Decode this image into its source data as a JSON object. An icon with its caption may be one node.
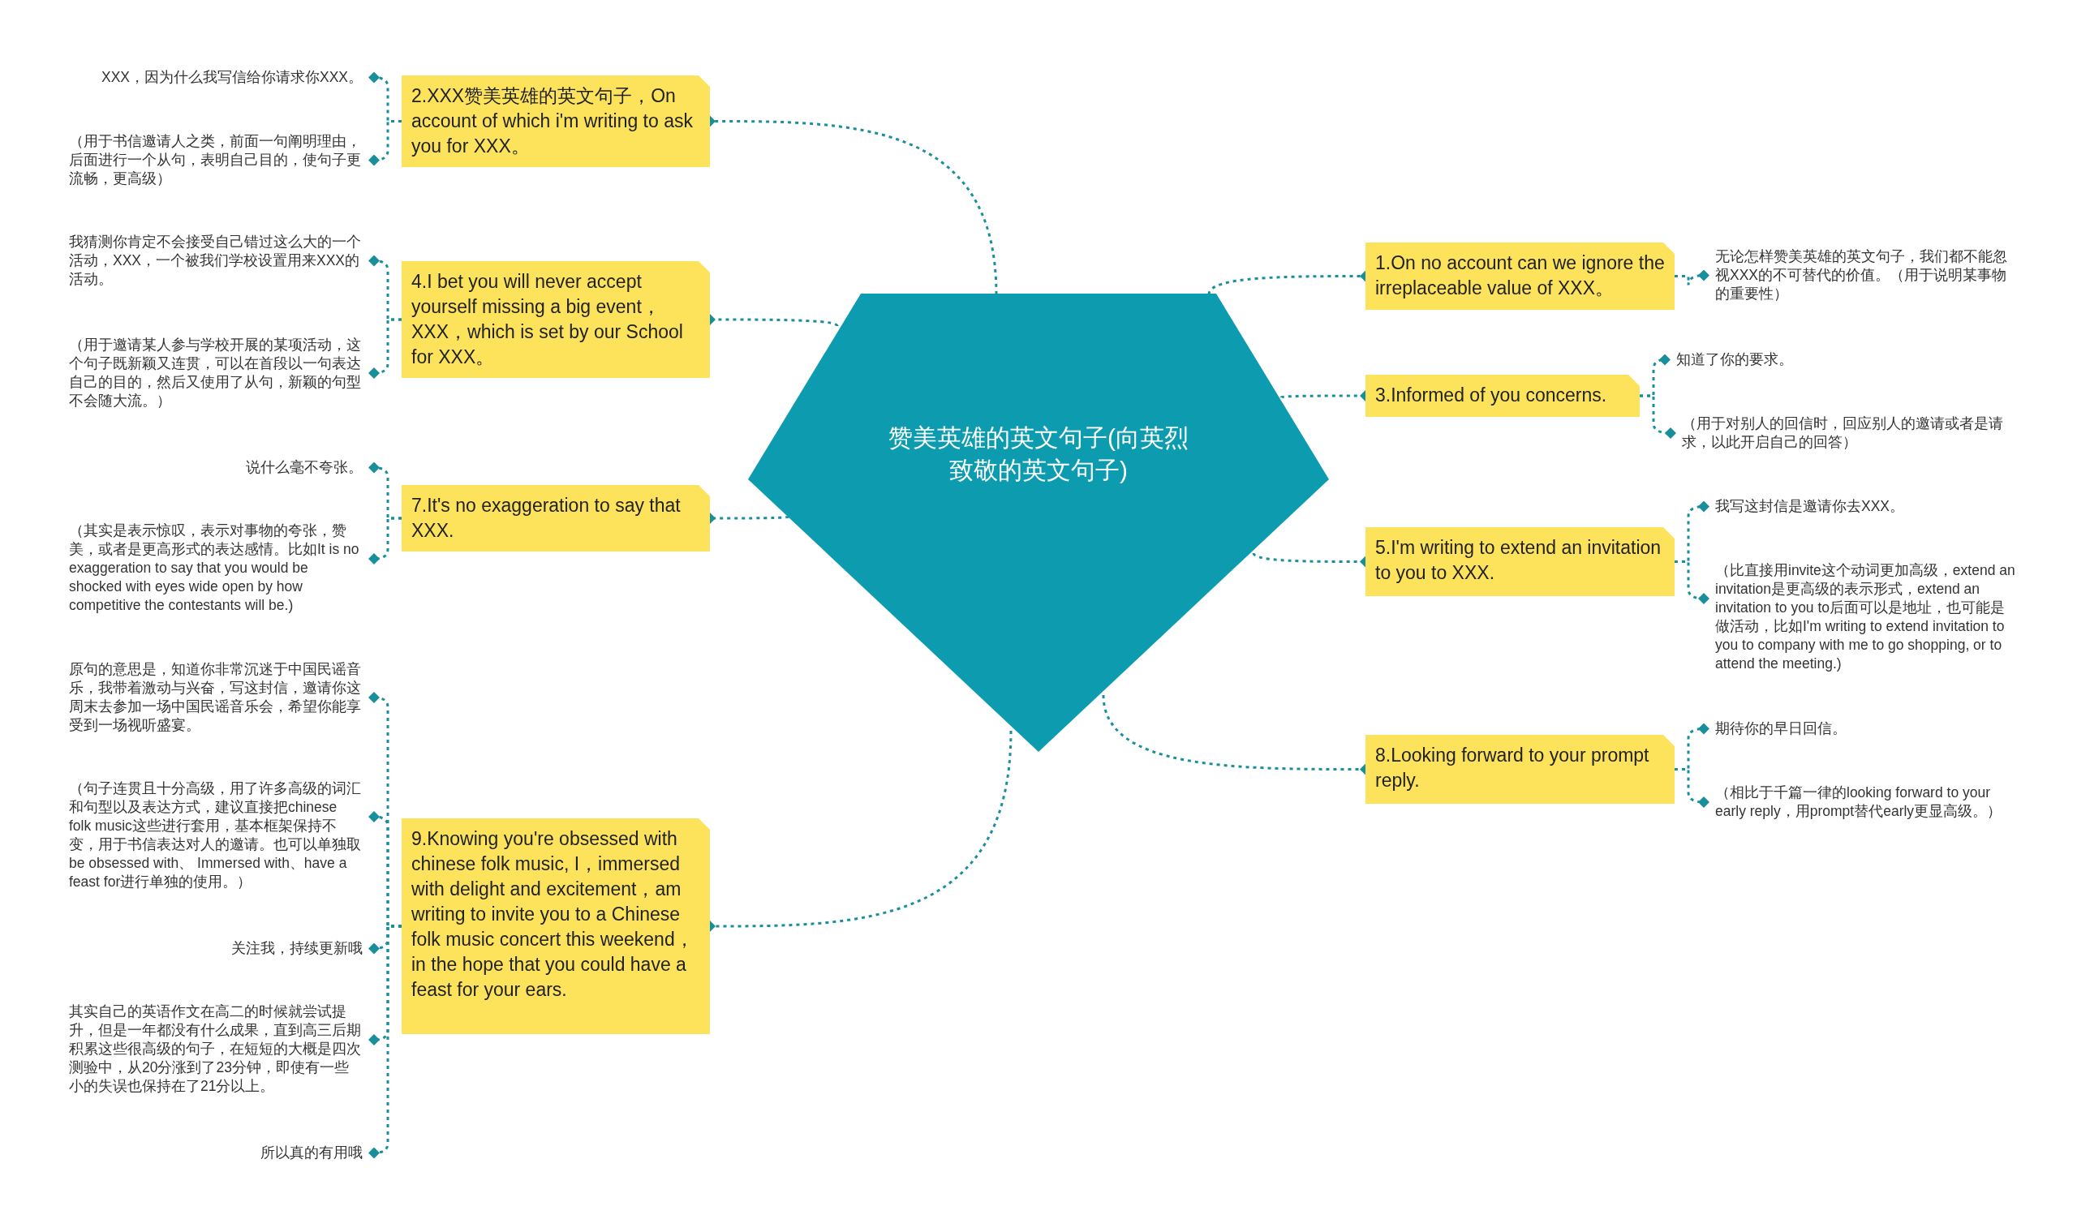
{
  "diagram": {
    "nodes": [
      {
        "text": [
          "赞美英雄的英文句子(向英烈致敬的英文句子)"
        ]
      },
      {
        "text": [
          "1.On no account can we ignore the irreplaceable value of XXX。"
        ]
      },
      {
        "text": [
          "无论怎样赞美英雄的英文句子，我们都不能忽视XXX的不可替代的价值。（用于说明某事物的重要性）"
        ]
      },
      {
        "text": [
          "2.XXX赞美英雄的英文句子，On account of which i'm writing to ask you for XXX。"
        ]
      },
      {
        "text": [
          "XXX，因为什么我写信给你请求你XXX。"
        ]
      },
      {
        "text": [
          "（用于书信邀请人之类，前面一句阐明理由，后面进行一个从句，表明自己目的，使句子更流畅，更高级）"
        ]
      },
      {
        "text": [
          "3.Informed of you concerns."
        ]
      },
      {
        "text": [
          "知道了你的要求。"
        ]
      },
      {
        "text": [
          "（用于对别人的回信时，回应别人的邀请或者是请求，以此开启自己的回答）"
        ]
      },
      {
        "text": [
          "4.I bet you will never accept yourself missing a big event，XXX，which is set by our School for XXX。"
        ]
      },
      {
        "text": [
          "我猜测你肯定不会接受自己错过这么大的一个活动，XXX，一个被我们学校设置用来XXX的活动。"
        ]
      },
      {
        "text": [
          "（用于邀请某人参与学校开展的某项活动，这个句子既新颖又连贯，可以在首段以一句表达自己的目的，然后又使用了从句，新颖的句型不会随大流。）"
        ]
      },
      {
        "text": [
          "5.I'm writing to extend an invitation to you to XXX."
        ]
      },
      {
        "text": [
          "我写这封信是邀请你去XXX。"
        ]
      },
      {
        "text": [
          "（比直接用invite这个动词更加高级，extend an invitation是更高级的表示形式，extend an invitation to you to后面可以是地址，也可能是做活动，比如I'm writing to extend invitation to you to company with me to go shopping, or to attend the meeting.)"
        ]
      },
      {
        "text": [
          "7.It's no exaggeration to say that XXX."
        ]
      },
      {
        "text": [
          "说什么毫不夸张。"
        ]
      },
      {
        "text": [
          "（其实是表示惊叹，表示对事物的夸张，赞美，或者是更高形式的表达感情。比如It is no exaggeration to say that you would be shocked with eyes wide open by how competitive the contestants will be.)"
        ]
      },
      {
        "text": [
          "8.Looking forward to your prompt reply."
        ]
      },
      {
        "text": [
          "期待你的早日回信。"
        ]
      },
      {
        "text": [
          "（相比于千篇一律的looking forward to your early reply，用prompt替代early更显高级。）"
        ]
      },
      {
        "text": [
          "9.Knowing you're obsessed with chinese folk music, I，immersed with delight and excitement，am writing to invite you to a Chinese folk music concert this weekend，in the hope that you could have a feast for your ears."
        ]
      },
      {
        "text": [
          "原句的意思是，知道你非常沉迷于中国民谣音乐，我带着激动与兴奋，写这封信，邀请你这周末去参加一场中国民谣音乐会，希望你能享受到一场视听盛宴。"
        ]
      },
      {
        "text": [
          "（句子连贯且十分高级，用了许多高级的词汇和句型以及表达方式，建议直接把chinese folk music这些进行套用，基本框架保持不变，用于书信表达对人的邀请。也可以单独取be obsessed with、 Immersed with、have a feast for进行单独的使用。）"
        ]
      },
      {
        "text": [
          "关注我，持续更新哦"
        ]
      },
      {
        "text": [
          "其实自己的英语作文在高二的时候就尝试提升，但是一年都没有什么成果，直到高三后期积累这些很高级的句子，在短短的大概是四次测验中，从20分涨到了23分钟，即使有一些小的失误也保持在了21分以上。"
        ]
      },
      {
        "text": [
          "所以真的有用哦"
        ]
      }
    ],
    "edges": [
      {
        "from": 0,
        "to": 1,
        "arrow": "other"
      },
      {
        "from": 1,
        "to": 2,
        "arrow": "other"
      },
      {
        "from": 0,
        "to": 3,
        "arrow": "other"
      },
      {
        "from": 3,
        "to": 4,
        "arrow": "other"
      },
      {
        "from": 3,
        "to": 5,
        "arrow": "other"
      },
      {
        "from": 0,
        "to": 6,
        "arrow": "other"
      },
      {
        "from": 6,
        "to": 7,
        "arrow": "other"
      },
      {
        "from": 6,
        "to": 8,
        "arrow": "other"
      },
      {
        "from": 0,
        "to": 9,
        "arrow": "other"
      },
      {
        "from": 9,
        "to": 10,
        "arrow": "other"
      },
      {
        "from": 9,
        "to": 11,
        "arrow": "other"
      },
      {
        "from": 0,
        "to": 12,
        "arrow": "other"
      },
      {
        "from": 12,
        "to": 13,
        "arrow": "other"
      },
      {
        "from": 12,
        "to": 14,
        "arrow": "other"
      },
      {
        "from": 0,
        "to": 15,
        "arrow": "other"
      },
      {
        "from": 15,
        "to": 16,
        "arrow": "other"
      },
      {
        "from": 15,
        "to": 17,
        "arrow": "other"
      },
      {
        "from": 0,
        "to": 18,
        "arrow": "other"
      },
      {
        "from": 18,
        "to": 19,
        "arrow": "other"
      },
      {
        "from": 18,
        "to": 20,
        "arrow": "other"
      },
      {
        "from": 0,
        "to": 21,
        "arrow": "other"
      },
      {
        "from": 21,
        "to": 22,
        "arrow": "other"
      },
      {
        "from": 21,
        "to": 23,
        "arrow": "other"
      },
      {
        "from": 21,
        "to": 24,
        "arrow": "other"
      },
      {
        "from": 21,
        "to": 25,
        "arrow": "other"
      },
      {
        "from": 21,
        "to": 26,
        "arrow": "other"
      }
    ]
  }
}
